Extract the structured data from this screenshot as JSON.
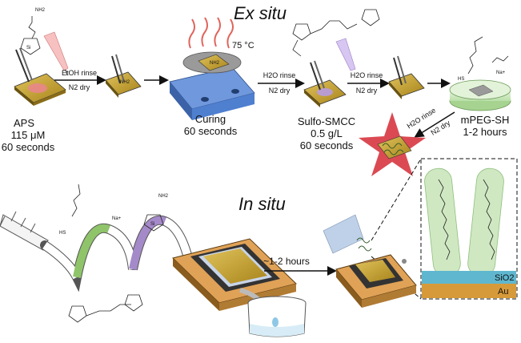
{
  "sections": {
    "ex_situ_title": "Ex situ",
    "in_situ_title": "In situ"
  },
  "steps": [
    {
      "id": "aps",
      "name": "APS",
      "detail1": "115 μM",
      "detail2": "60 seconds"
    },
    {
      "id": "curing",
      "name": "Curing",
      "detail1": "60 seconds",
      "temperature": "75 °C"
    },
    {
      "id": "smcc",
      "name": "Sulfo-SMCC",
      "detail1": "0.5 g/L",
      "detail2": "60 seconds"
    },
    {
      "id": "mpeg",
      "name": "mPEG-SH",
      "detail1": "1-2 hours"
    }
  ],
  "arrows": {
    "rinse_etoh": "EtOH rinse",
    "rinse_h2o": "H2O rinse",
    "n2_dry": "N2 dry",
    "in_situ_time": "~1-2 hours"
  },
  "layers": {
    "top": "SiO2",
    "bottom": "Au"
  },
  "chem_labels": {
    "nh2": "NH2",
    "sh": "HS",
    "na": "Na+",
    "si": "Si"
  },
  "colors": {
    "gold": "#c9a227",
    "hotplate": "#4f7fcf",
    "tube_green": "#8fc46a",
    "tube_purple": "#a58ac9",
    "tube_red": "#e8837b",
    "frame_orange": "#e0a257",
    "sio2": "#5fb7cf",
    "au": "#d79a3a",
    "star_red": "#d9404a",
    "peg_green": "#cfe8c2"
  }
}
